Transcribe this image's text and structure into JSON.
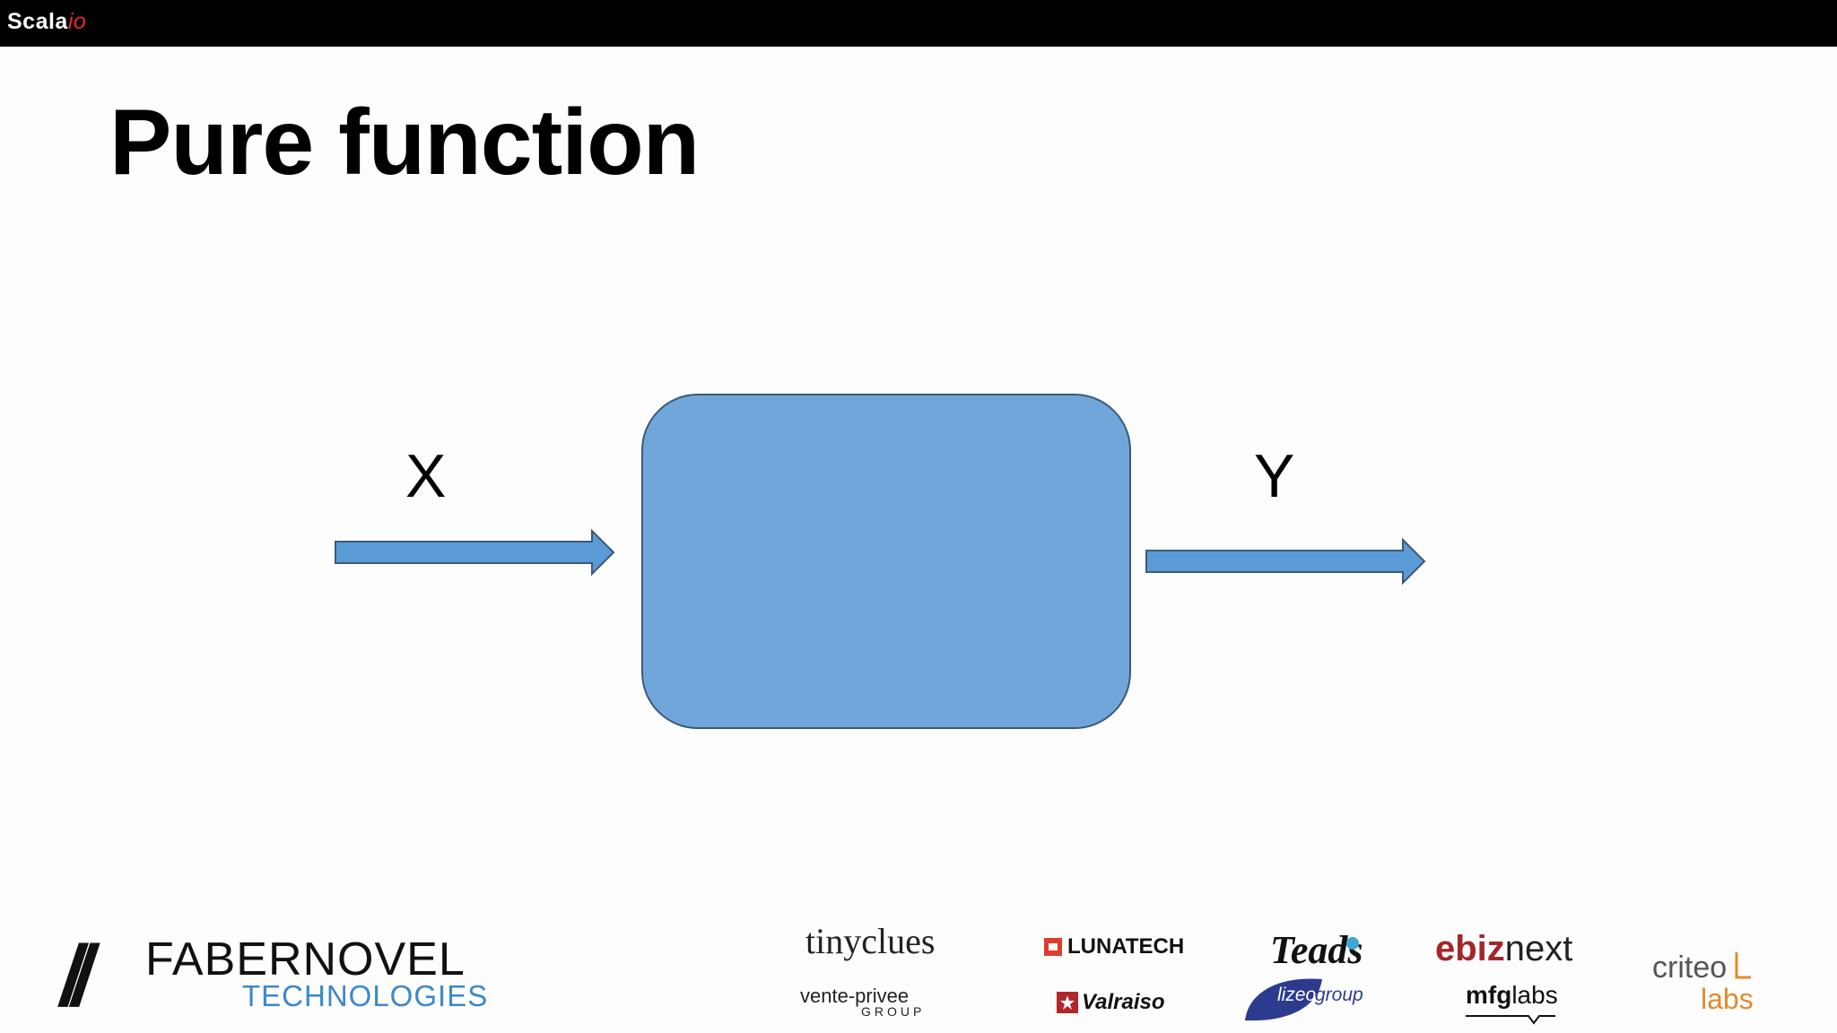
{
  "header": {
    "brand_main": "Scala",
    "brand_accent": "io",
    "bar_color": "#000000",
    "accent_color": "#e02a2a"
  },
  "slide": {
    "title": "Pure function",
    "diagram": {
      "input_label": "X",
      "output_label": "Y",
      "box_color": "#71a6db",
      "arrow_color": "#5b9bd5",
      "outline_color": "#3c5a78"
    }
  },
  "sponsors": {
    "main_logo_line1": "FABERNOVEL",
    "main_logo_line2": "TECHNOLOGIES",
    "main_logo_slashes": "//",
    "tinyclues": "tinyclues",
    "vente_privee": "vente-privee",
    "vente_privee_group": "GROUP",
    "lunatech": "LUNATECH",
    "valraiso": "Valraiso",
    "teads": "Teads",
    "lizeo": "lizeo",
    "lizeo_group": "group",
    "ebiznext_bold": "ebiz",
    "ebiznext_rest": "next",
    "mfglabs_bold": "mfg",
    "mfglabs_rest": "labs",
    "criteo": "criteo",
    "criteo_labs": "labs"
  }
}
